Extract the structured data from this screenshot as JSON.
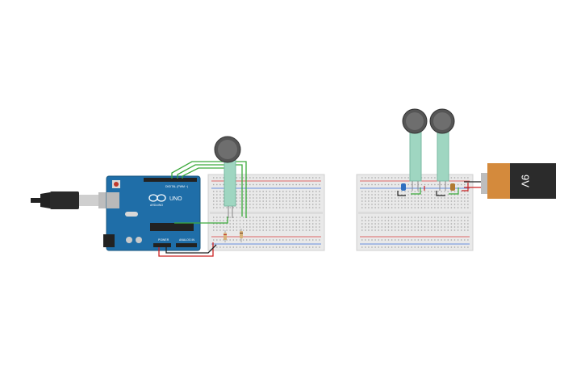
{
  "arduino": {
    "brand_text": "ARDUINO",
    "model_text": "UNO",
    "digital_header_text": "DIGITAL (PWM ~)",
    "power_header_text": "POWER",
    "analog_header_text": "ANALOG IN"
  },
  "battery": {
    "voltage_label": "9V",
    "body_color": "#2b2b2b",
    "label_color": "#d48a3c"
  },
  "colors": {
    "arduino_board": "#1f6ea8",
    "breadboard": "#e9e9e9",
    "rail_red": "#d83a3a",
    "rail_blue": "#3a6fd8",
    "wire_green": "#3caa3c",
    "wire_red": "#cc2222",
    "wire_black": "#222222",
    "fsr_pad": "#555555",
    "fsr_tail": "#9fd6c1"
  },
  "icons": {
    "usb_cable": "usb-cable-icon",
    "fsr_sensor": "force-sensor-icon",
    "resistor": "resistor-icon",
    "led": "led-icon",
    "battery": "battery-9v-icon"
  }
}
